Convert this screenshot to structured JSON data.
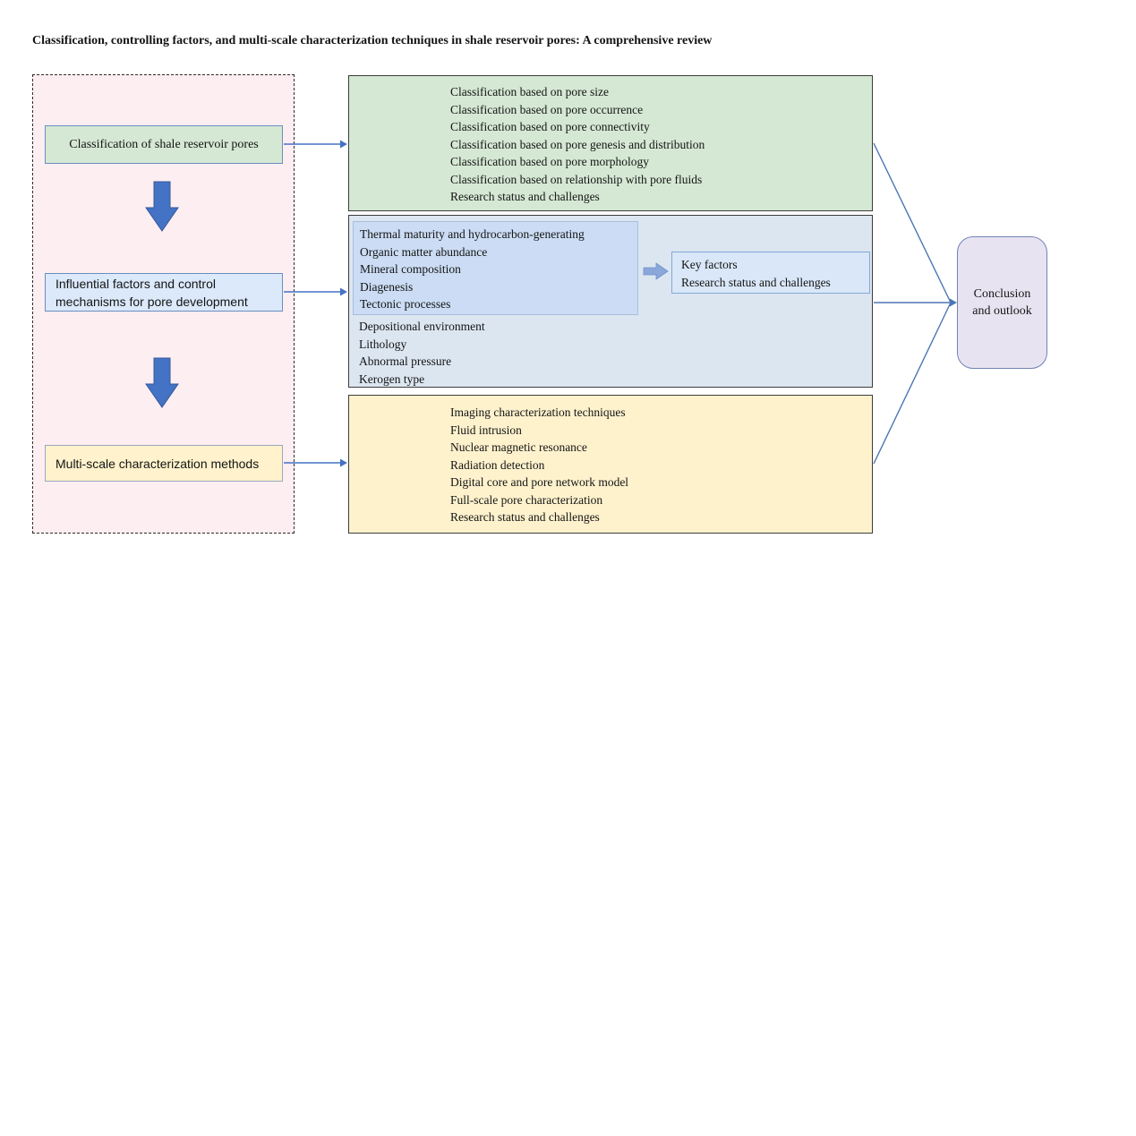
{
  "title": "Classification, controlling factors, and multi-scale characterization techniques in shale reservoir pores: A comprehensive review",
  "left_panel": {
    "step1": "Classification of shale reservoir pores",
    "step2": "Influential factors and control mechanisms for pore development",
    "step3": "Multi-scale characterization methods"
  },
  "classification_box": {
    "items": [
      "Classification based on pore size",
      "Classification based on pore occurrence",
      "Classification based on pore connectivity",
      "Classification based on pore genesis and distribution",
      "Classification based on pore morphology",
      "Classification based on relationship with pore fluids",
      "Research status and challenges"
    ]
  },
  "factors_box": {
    "highlighted_items": [
      "Thermal maturity and hydrocarbon-generating",
      "Organic matter abundance",
      "Mineral composition",
      "Diagenesis",
      "Tectonic processes"
    ],
    "other_items": [
      "Depositional environment",
      "Lithology",
      "Abnormal pressure",
      "Kerogen type"
    ],
    "key_box_items": [
      "Key factors",
      "Research status and challenges"
    ]
  },
  "methods_box": {
    "items": [
      "Imaging characterization techniques",
      "Fluid intrusion",
      "Nuclear magnetic resonance",
      "Radiation detection",
      "Digital core and pore network model",
      "Full-scale pore characterization",
      "Research status and challenges"
    ]
  },
  "conclusion_box": {
    "label": "Conclusion and outlook"
  },
  "colors": {
    "arrow_blue": "#4472c4",
    "panel_pink": "#fdeef1",
    "green_fill": "#d5e8d4",
    "blue_fill": "#dbe9fb",
    "yellow_fill": "#fff2cc",
    "factors_outer_fill": "#dce6f1",
    "factors_inner_fill": "#cbdcf4",
    "key_box_fill": "#d9e7f8",
    "conclusion_fill": "#e8e3f1"
  }
}
